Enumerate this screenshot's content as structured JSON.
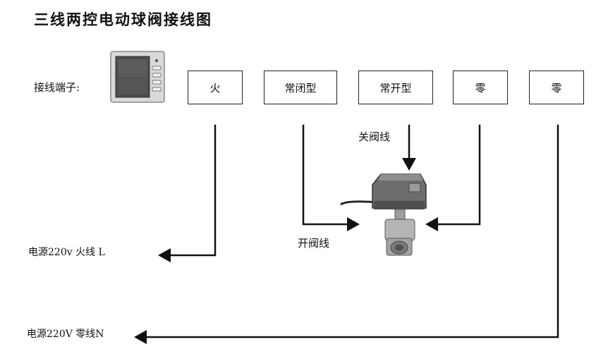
{
  "title": "三线两控电动球阀接线图",
  "terminal_label": "接线端子:",
  "terminals": [
    "火",
    "常闭型",
    "常开型",
    "零",
    "零"
  ],
  "labels": {
    "close_wire": "关阀线",
    "open_wire": "开阀线",
    "live": "电源220v 火线 L",
    "neutral": "电源220V 零线N"
  },
  "icons": {
    "thermostat": "thermostat-panel-icon",
    "valve": "motorized-ball-valve-icon"
  }
}
